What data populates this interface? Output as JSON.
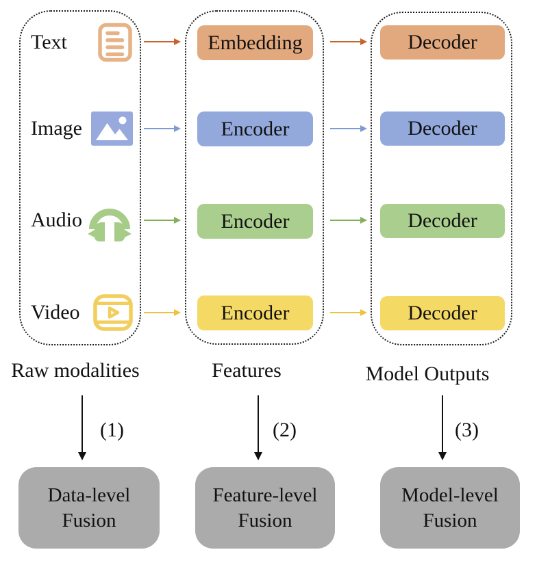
{
  "diagram": {
    "raw": {
      "caption": "Raw modalities",
      "items": [
        {
          "label": "Text",
          "icon": "document-icon",
          "icon_color": "#E6B286",
          "arrow_color": "#C8622C"
        },
        {
          "label": "Image",
          "icon": "image-icon",
          "icon_color": "#98AADD",
          "arrow_color": "#7E9BD3"
        },
        {
          "label": "Audio",
          "icon": "headphones-icon",
          "icon_color": "#A6CC87",
          "arrow_color": "#84AF5B"
        },
        {
          "label": "Video",
          "icon": "video-icon",
          "icon_color": "#F1CE5E",
          "arrow_color": "#EDC23C"
        }
      ]
    },
    "features": {
      "caption": "Features",
      "boxes": [
        {
          "label": "Embedding",
          "fill": "#E2A97E"
        },
        {
          "label": "Encoder",
          "fill": "#93A8DB"
        },
        {
          "label": "Encoder",
          "fill": "#A9CE8D"
        },
        {
          "label": "Encoder",
          "fill": "#F5D965"
        }
      ]
    },
    "outputs": {
      "caption": "Model Outputs",
      "boxes": [
        {
          "label": "Decoder",
          "fill": "#E2A97E"
        },
        {
          "label": "Decoder",
          "fill": "#93A8DB"
        },
        {
          "label": "Decoder",
          "fill": "#A9CE8D"
        },
        {
          "label": "Decoder",
          "fill": "#F5D965"
        }
      ]
    },
    "fusion": {
      "arrows": [
        {
          "number": "(1)"
        },
        {
          "number": "(2)"
        },
        {
          "number": "(3)"
        }
      ],
      "boxes": [
        {
          "line1": "Data-level",
          "line2": "Fusion",
          "fill": "#ABABAB"
        },
        {
          "line1": "Feature-level",
          "line2": "Fusion",
          "fill": "#ABABAB"
        },
        {
          "line1": "Model-level",
          "line2": "Fusion",
          "fill": "#ABABAB"
        }
      ]
    }
  }
}
